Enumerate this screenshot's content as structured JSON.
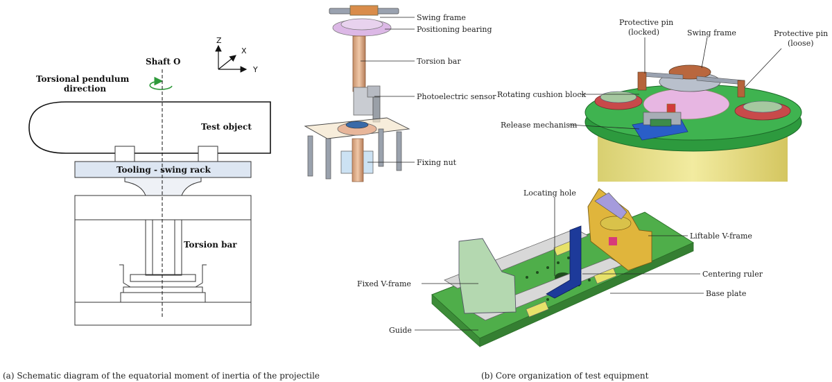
{
  "panel_a": {
    "axes": {
      "z": "Z",
      "x": "X",
      "y": "Y"
    },
    "shaft_label": "Shaft O",
    "direction_label_line1": "Torsional pendulum",
    "direction_label_line2": "direction",
    "test_object_label": "Test object",
    "tooling_label": "Tooling - swing rack",
    "torsion_bar_label": "Torsion bar",
    "caption": "(a)  Schematic diagram of the equatorial moment of inertia of the projectile"
  },
  "panel_b": {
    "assembly_labels": {
      "swing_frame": "Swing frame",
      "positioning_bearing": "Positioning bearing",
      "torsion_bar": "Torsion bar",
      "photoelectric_sensor": "Photoelectric sensor",
      "fixing_nut": "Fixing nut"
    },
    "top_labels": {
      "protective_pin_locked_1": "Protective pin",
      "protective_pin_locked_2": "(locked)",
      "swing_frame": "Swing frame",
      "protective_pin_loose_1": "Protective pin",
      "protective_pin_loose_2": "(loose)",
      "rotating_cushion_block": "Rotating cushion block",
      "release_mechanism": "Release mechanism"
    },
    "fixture_labels": {
      "locating_hole": "Locating hole",
      "liftable_v_frame": "Liftable V-frame",
      "fixed_v_frame": "Fixed V-frame",
      "centering_ruler": "Centering ruler",
      "base_plate": "Base plate",
      "guide": "Guide"
    },
    "caption": "(b)  Core organization of test equipment"
  }
}
